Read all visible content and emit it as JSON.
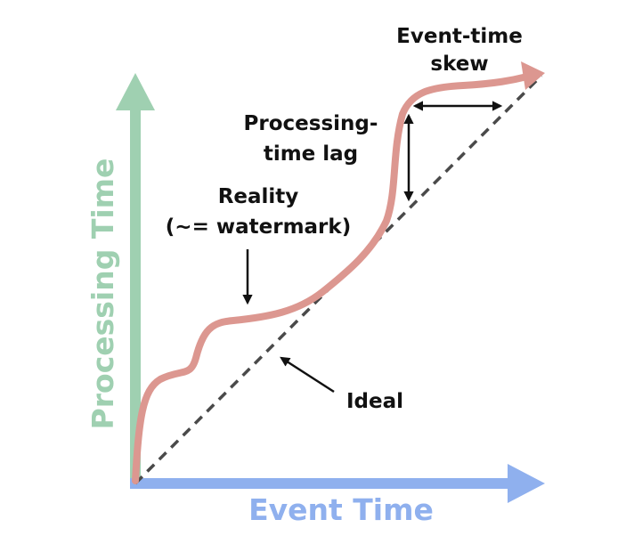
{
  "labels": {
    "x_axis": "Event Time",
    "y_axis": "Processing Time",
    "event_time_skew": [
      "Event-time",
      "skew"
    ],
    "processing_time_lag": [
      "Processing-",
      "time lag"
    ],
    "reality": [
      "Reality",
      "(~= watermark)"
    ],
    "ideal": "Ideal"
  },
  "colors": {
    "y_axis": "#9fd0b1",
    "x_axis": "#8fb0ee",
    "reality_curve": "#dc9790",
    "ideal_line": "#4a4a4a",
    "annotation": "#111111"
  }
}
